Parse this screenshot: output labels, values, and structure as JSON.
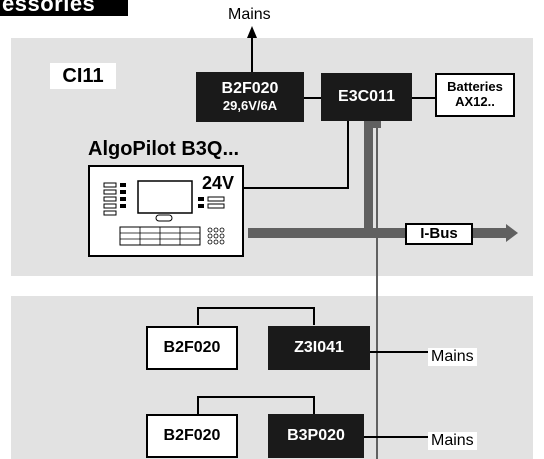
{
  "header": {
    "title": "essories"
  },
  "top_panel": {
    "label": "CI11",
    "mains_label": "Mains",
    "power_supply": {
      "line1": "B2F020",
      "line2": "29,6V/6A"
    },
    "controller": {
      "label": "E3C011"
    },
    "batteries": {
      "line1": "Batteries",
      "line2": "AX12.."
    },
    "device": {
      "label": "AlgoPilot B3Q...",
      "voltage": "24V"
    },
    "bus_label": "I-Bus"
  },
  "bottom_panel": {
    "row1": {
      "left": "B2F020",
      "right": "Z3I041",
      "mains": "Mains"
    },
    "row2": {
      "left": "B2F020",
      "right": "B3P020",
      "mains": "Mains"
    }
  },
  "colors": {
    "panel": "#e2e2e2",
    "dark_box": "#1a1a1a",
    "bus": "#606060",
    "line": "#000000"
  }
}
